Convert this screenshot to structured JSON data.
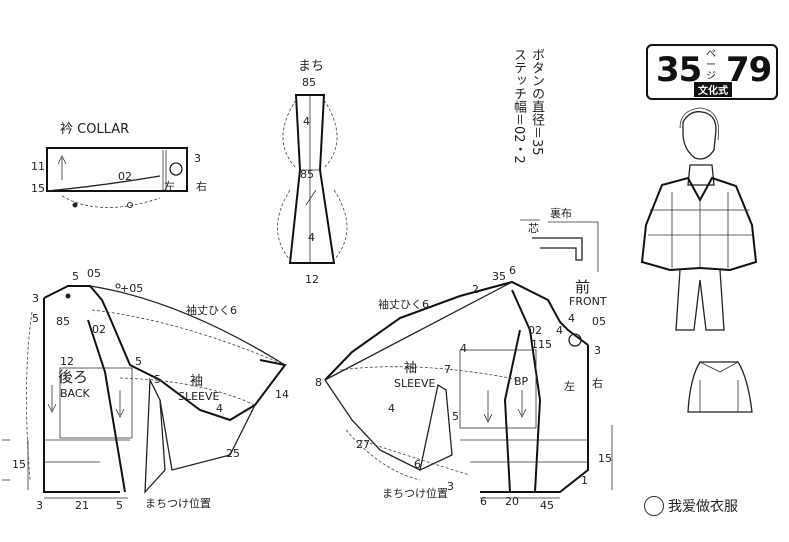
{
  "page_ref": {
    "left_number": "35",
    "kana": "ページ",
    "right_number": "79",
    "publisher": "文化式"
  },
  "instructions": {
    "button_diameter": "ボタンの直径＝35",
    "stitch_width": "ステッチ幅＝02・2"
  },
  "collar": {
    "title": "衿 COLLAR",
    "height": "11",
    "base": "15",
    "width": "02",
    "side": "左",
    "btn": "右",
    "top": "3"
  },
  "gusset": {
    "title": "まち",
    "top": "85",
    "upper_4": "4",
    "mid": "85",
    "lower_4": "4",
    "bottom": "12"
  },
  "lining": {
    "label": "裏布",
    "core": "芯"
  },
  "back": {
    "title_jp": "後ろ",
    "title_en": "BACK",
    "sleeve_jp": "袖",
    "sleeve_en": "SLEEVE",
    "sleeve_note": "袖丈ひく6",
    "gusset_pos": "まちつけ位置",
    "dims": [
      "5",
      "05",
      "+05",
      "3",
      "5",
      "85",
      "02",
      "12",
      "5",
      "5",
      "14",
      "4",
      "25",
      "15",
      "3",
      "21",
      "5"
    ]
  },
  "front": {
    "title_jp": "前",
    "title_en": "FRONT",
    "sleeve_jp": "袖",
    "sleeve_en": "SLEEVE",
    "sleeve_note": "袖丈ひく6",
    "gusset_pos": "まちつけ位置",
    "side": "左",
    "btn": "右",
    "bp": "BP",
    "dims": [
      "2",
      "35",
      "6",
      "4",
      "05",
      "02",
      "4",
      "115",
      "3",
      "8",
      "4",
      "7",
      "4",
      "5",
      "27",
      "6",
      "20",
      "45",
      "15",
      "6",
      "1",
      "3"
    ]
  },
  "watermark": "我爱做衣服"
}
